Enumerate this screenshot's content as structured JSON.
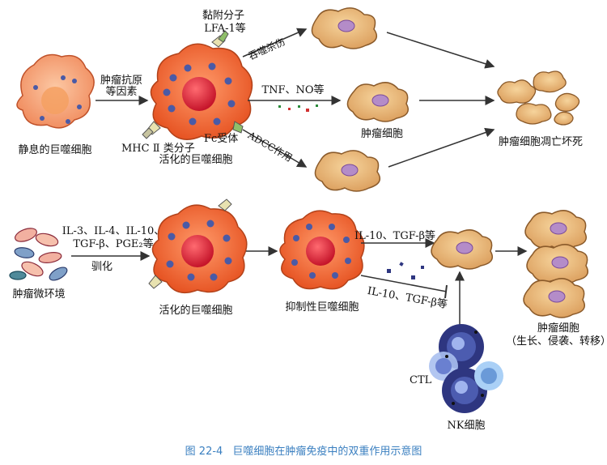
{
  "labels": {
    "resting_macrophage": "静息的巨噬细胞",
    "tumor_antigen": "肿瘤抗原",
    "tumor_antigen_2": "等因素",
    "adhesion_molecule": "黏附分子",
    "lfa1": "LFA-1等",
    "mhc2": "MHC Ⅱ 类分子",
    "fc_receptor": "Fc受体",
    "activated_macrophage_top": "活化的巨噬细胞",
    "phagocytosis": "吞噬杀伤",
    "tnf_no": "TNF、NO等",
    "adcc": "ADCC作用",
    "tumor_cell_mid": "肿瘤细胞",
    "tumor_necrosis": "肿瘤细胞凋亡坏死",
    "cytokines_1": "IL-3、IL-4、IL-10、",
    "cytokines_2": "TGF-β、PGE₂等",
    "domesticate": "驯化",
    "tumor_microenv": "肿瘤微环境",
    "activated_macrophage_bottom": "活化的巨噬细胞",
    "suppressive_macrophage": "抑制性巨噬细胞",
    "il10_tgf_top": "IL-10、TGF-β等",
    "il10_tgf_bottom": "IL-10、TGF-β等",
    "tumor_cell_right": "肿瘤细胞",
    "tumor_behaviors": "（生长、侵袭、转移）",
    "ctl": "CTL",
    "nk_cell": "NK细胞"
  },
  "caption": {
    "figure_no": "图 22-4",
    "title": "巨噬细胞在肿瘤免疫中的双重作用示意图"
  },
  "colors": {
    "macrophage_fill": "#ee6a3c",
    "macrophage_light": "#f5a47c",
    "nucleus": "#d9223a",
    "granule": "#4a5aa6",
    "tumor_fill": "#e8b678",
    "tumor_nucleus": "#b48cc8",
    "lymphocyte": "#2e3680",
    "caption": "#3a7fc0"
  }
}
